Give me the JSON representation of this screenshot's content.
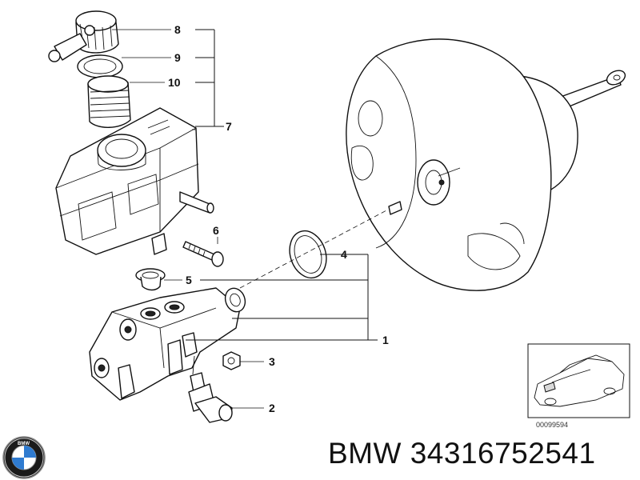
{
  "diagram": {
    "callouts": [
      "8",
      "9",
      "10",
      "7",
      "6",
      "5",
      "4",
      "1",
      "3",
      "2"
    ],
    "thumbnail_code": "00099594"
  },
  "footer": {
    "brand": "BMW",
    "part_number": "34316752541"
  },
  "icons": {
    "logo": "bmw-roundel-logo"
  }
}
